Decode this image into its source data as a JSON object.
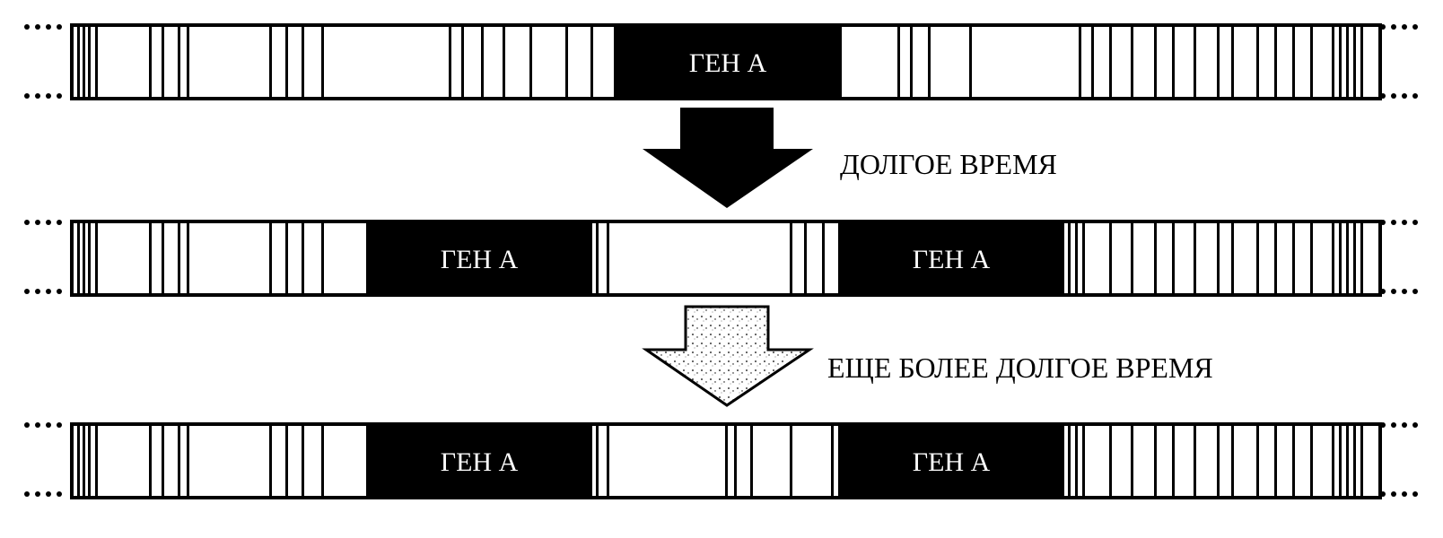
{
  "colors": {
    "ink": "#000000",
    "paper": "#ffffff"
  },
  "strips": [
    {
      "name": "initial",
      "genes": [
        "ГЕН А"
      ]
    },
    {
      "name": "after-duplication",
      "genes": [
        "ГЕН А",
        "ГЕН А"
      ]
    },
    {
      "name": "after-divergence",
      "genes": [
        "ГЕН А",
        "ГЕН А"
      ]
    }
  ],
  "arrows": [
    {
      "label": "ДОЛГОЕ ВРЕМЯ",
      "style": "solid"
    },
    {
      "label": "ЕЩЕ БОЛЕЕ ДОЛГОЕ ВРЕМЯ",
      "style": "speckled"
    }
  ]
}
